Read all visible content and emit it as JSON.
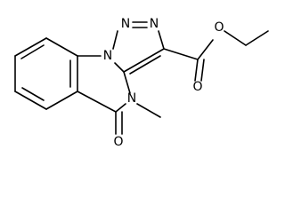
{
  "diagram": {
    "type": "chemical-structure",
    "atoms": {
      "n_triazole_top_left": "N",
      "n_triazole_top_right": "N",
      "n_ring_fusion": "N",
      "n_methyl": "N",
      "o_ester_carbonyl": "O",
      "o_ester_ether": "O",
      "o_lactam": "O"
    },
    "colors": {
      "bond": "#000000",
      "label": "#000000",
      "background": "#ffffff"
    }
  }
}
